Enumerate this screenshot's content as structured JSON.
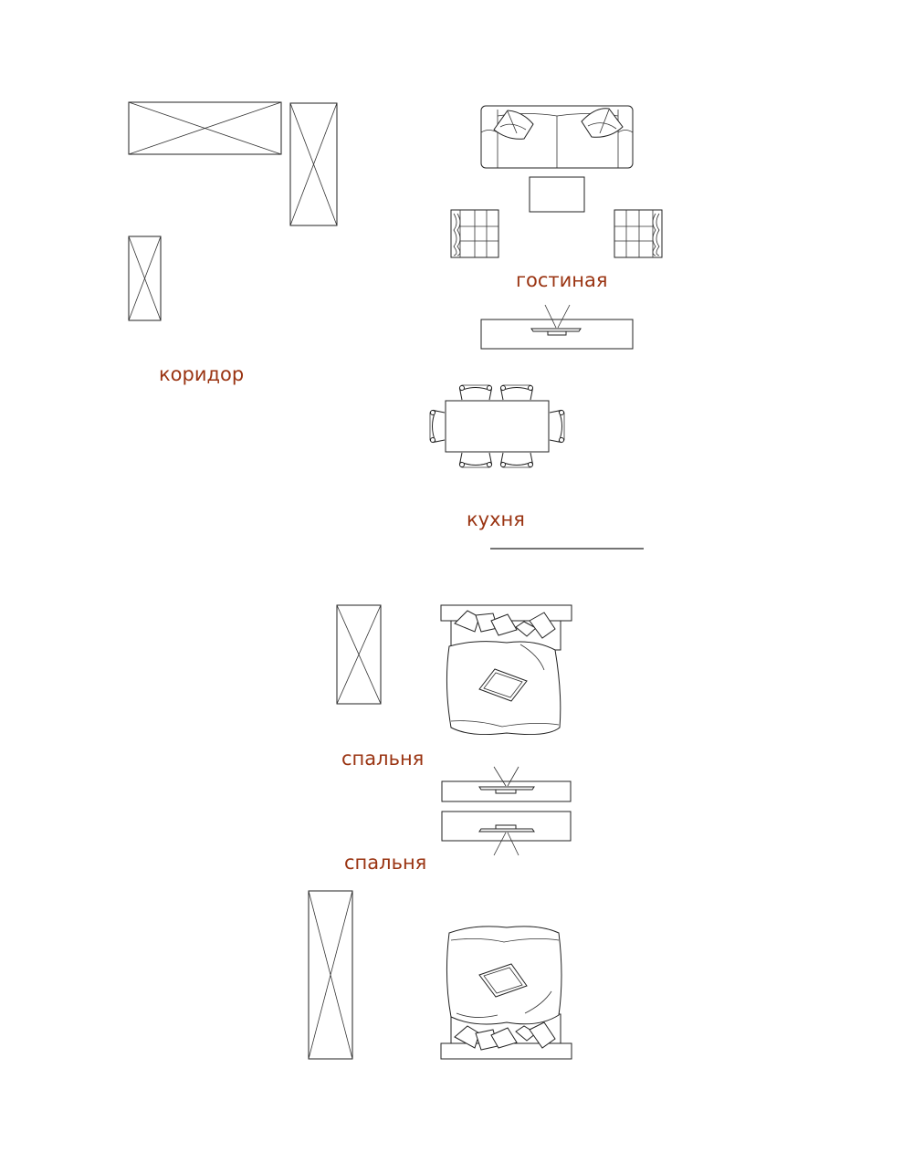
{
  "accent_color": "#9a3412",
  "rooms": {
    "corridor": "коридор",
    "living_room": "гостиная",
    "kitchen": "кухня",
    "bedroom_1": "спальня",
    "bedroom_2": "спальня"
  },
  "furniture_icons": [
    "wardrobe-icon",
    "sofa-icon",
    "coffee-table-icon",
    "armchair-icon",
    "tv-stand-icon",
    "dining-table-icon",
    "chair-icon",
    "double-bed-icon"
  ]
}
